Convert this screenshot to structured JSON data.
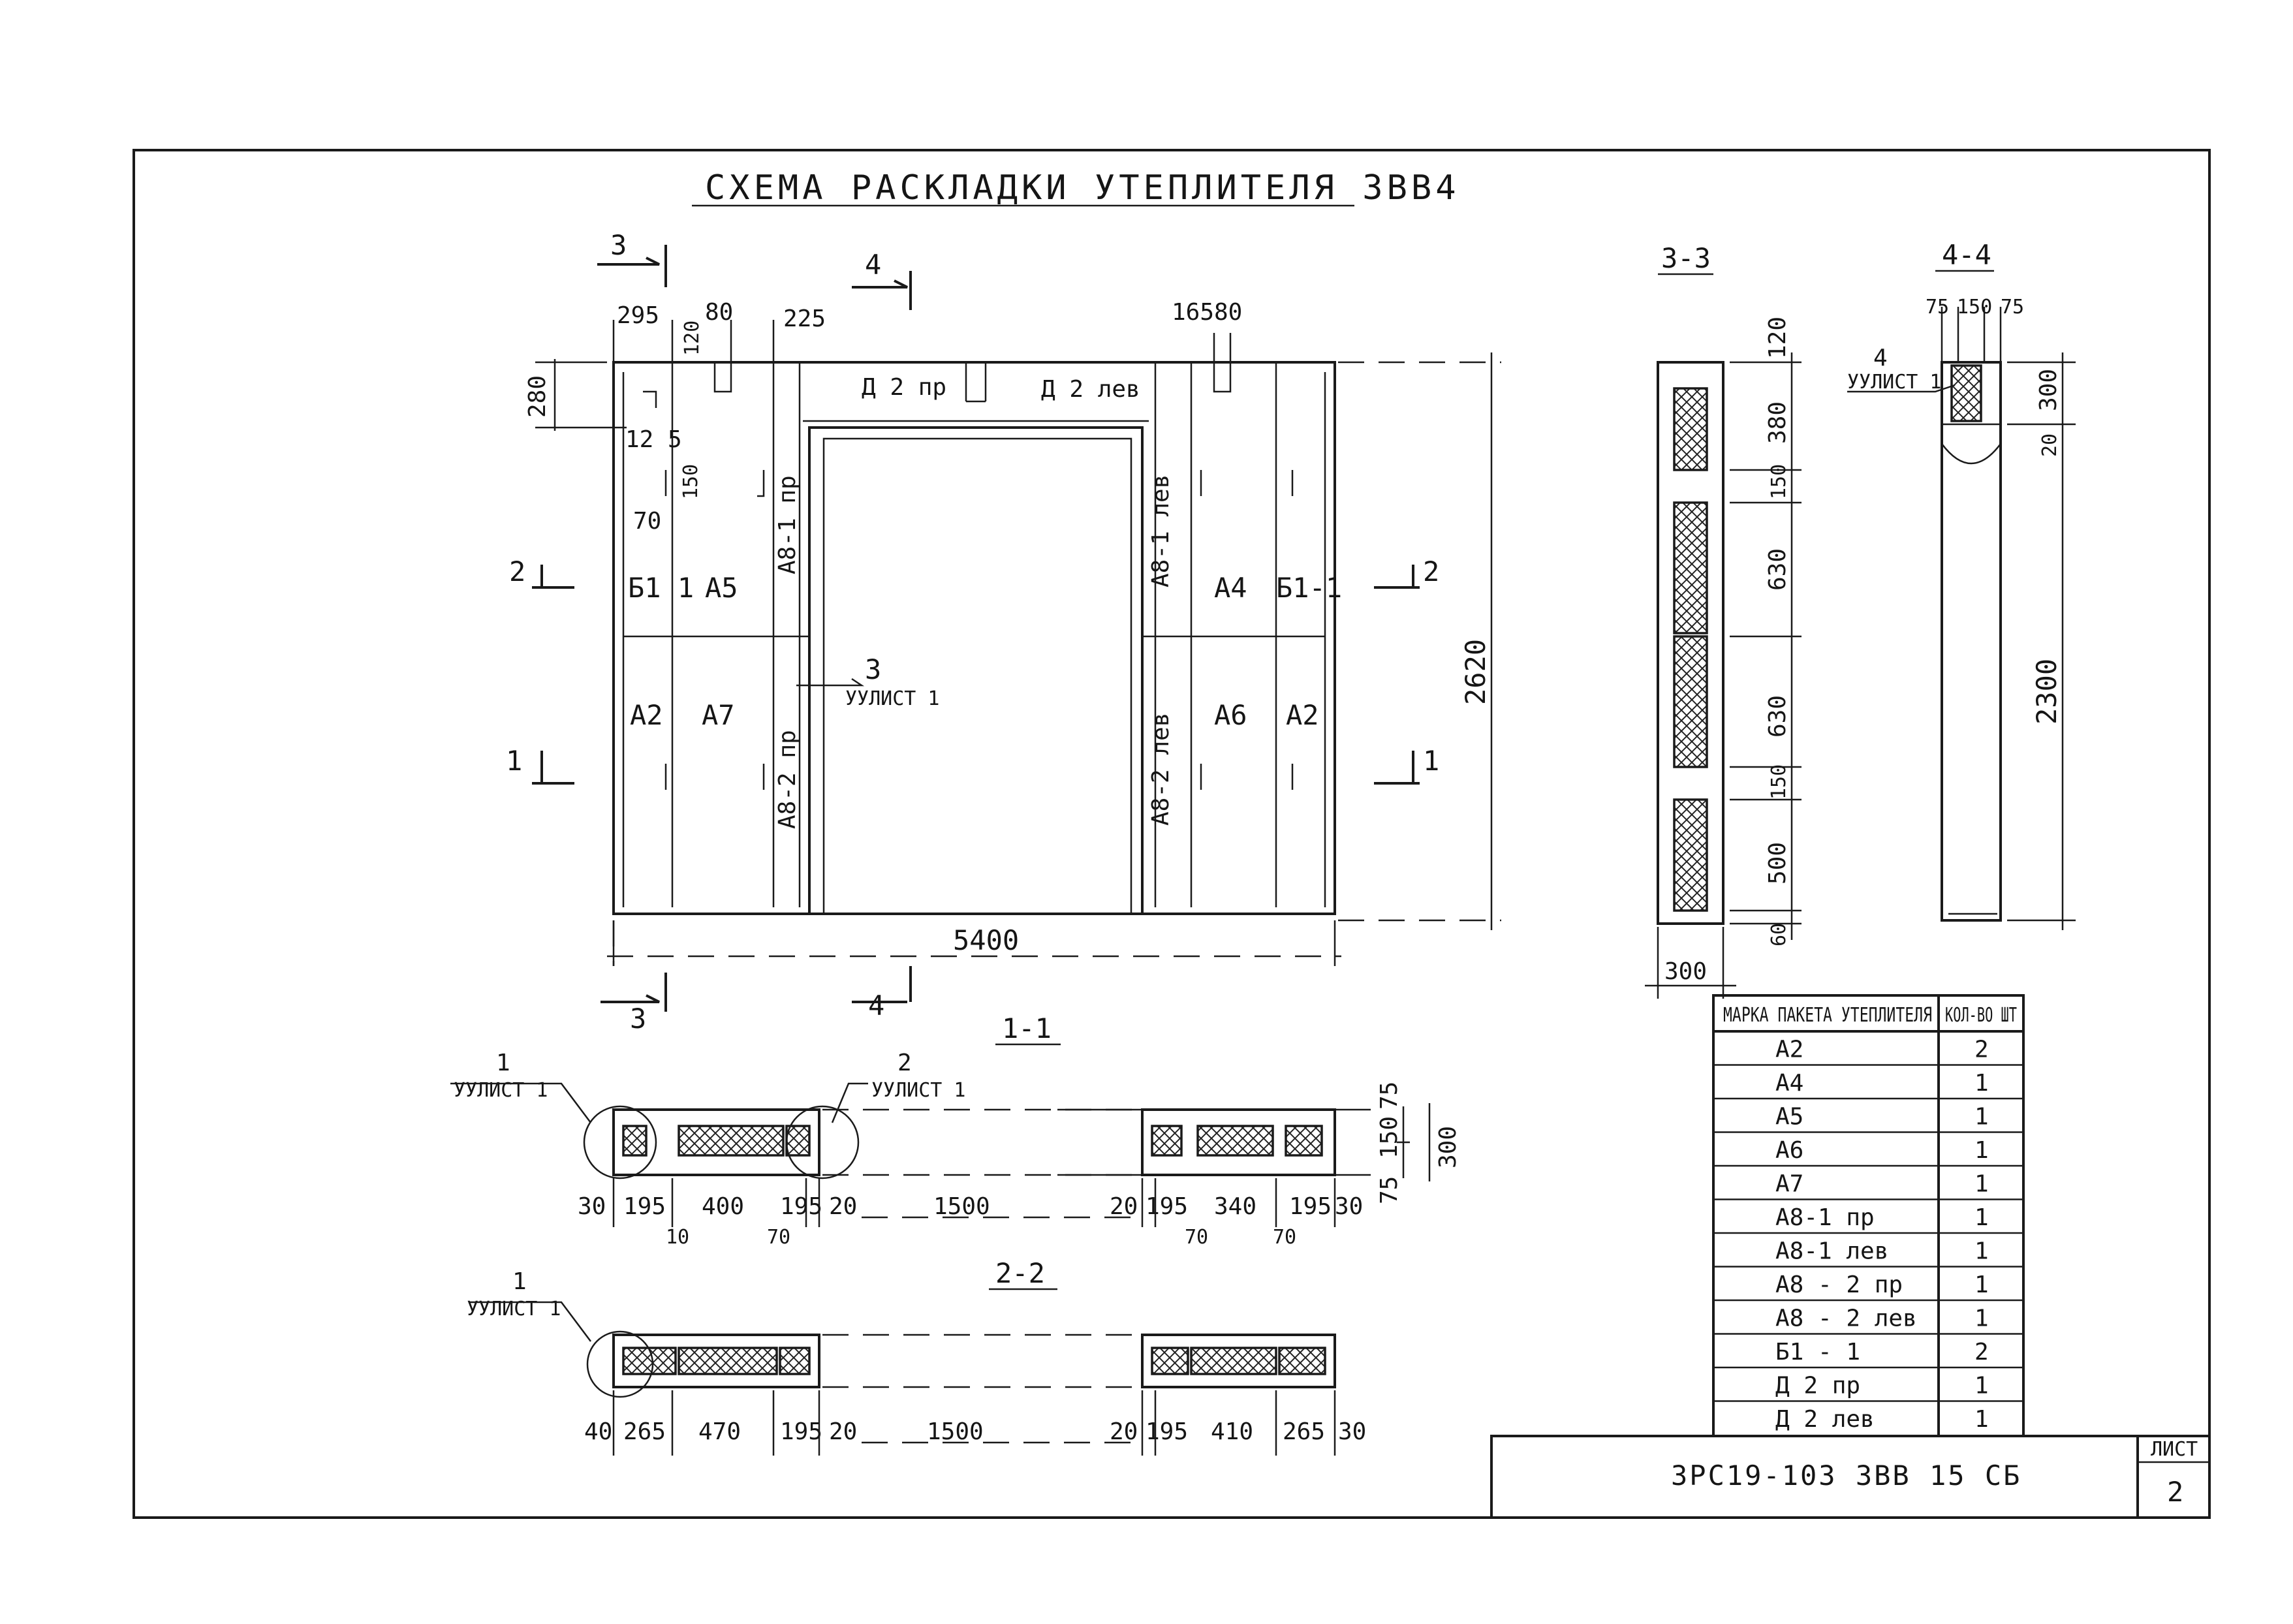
{
  "title": "СХЕМА РАСКЛАДКИ УТЕПЛИТЕЛЯ 3ВВ4",
  "section_labels": {
    "s11": "1-1",
    "s22": "2-2",
    "s33": "3-3",
    "s44": "4-4"
  },
  "cut_marks": {
    "c3": "3",
    "c4": "4",
    "c2": "2",
    "c1": "1"
  },
  "elevation": {
    "panels": {
      "b11_left": "Б1 1",
      "a5": "А5",
      "a2_left": "А2",
      "a7": "А7",
      "a4": "А4",
      "b11_right": "Б1-1",
      "a6": "А6",
      "a2_right": "А2",
      "d2pr": "Д 2 пр",
      "d2lev": "Д 2 лев",
      "a81pr": "А8-1 пр",
      "a82pr": "А8-2 пр",
      "a81lev": "А8-1 лев",
      "a82lev": "А8-2 лев"
    },
    "dims": {
      "d295": "295",
      "d80a": "80",
      "d225": "225",
      "d120": "120",
      "d165": "165",
      "d80b": "80",
      "d280": "280",
      "d125": "12 5",
      "d150": "150",
      "d70": "70",
      "d2620": "2620",
      "d5400": "5400"
    },
    "callout_num": "3",
    "callout_text": "УУЛИСТ 1"
  },
  "section11": {
    "callout1_num": "1",
    "callout1_text": "УУЛИСТ 1",
    "callout2_num": "2",
    "callout2_text": "УУЛИСТ 1",
    "dims": [
      "30",
      "195",
      "400",
      "195",
      "20",
      "1500",
      "20",
      "195",
      "340",
      "195",
      "30"
    ],
    "sub_dims": [
      "10",
      "70",
      "70",
      "70"
    ],
    "vert": {
      "v75a": "75",
      "v150": "150",
      "v75b": "75",
      "v300": "300"
    }
  },
  "section22": {
    "callout_num": "1",
    "callout_text": "УУЛИСТ 1",
    "dims": [
      "40",
      "265",
      "470",
      "195",
      "20",
      "1500",
      "20",
      "195",
      "410",
      "265",
      "30"
    ]
  },
  "section33": {
    "dims": [
      "120",
      "380",
      "150",
      "630",
      "630",
      "150",
      "500",
      "60"
    ],
    "width": "300"
  },
  "section44": {
    "top_dims": [
      "75",
      "150",
      "75"
    ],
    "vert": [
      "300",
      "20",
      "2300"
    ],
    "callout_num": "4",
    "callout_text": "УУЛИСТ 1"
  },
  "table": {
    "header1": "МАРКА ПАКЕТА УТЕПЛИТЕЛЯ",
    "header2": "КОЛ-ВО ШТ",
    "rows": [
      {
        "mark": "А2",
        "qty": "2"
      },
      {
        "mark": "А4",
        "qty": "1"
      },
      {
        "mark": "А5",
        "qty": "1"
      },
      {
        "mark": "А6",
        "qty": "1"
      },
      {
        "mark": "А7",
        "qty": "1"
      },
      {
        "mark": "А8-1 пр",
        "qty": "1"
      },
      {
        "mark": "А8-1 лев",
        "qty": "1"
      },
      {
        "mark": "А8 - 2 пр",
        "qty": "1"
      },
      {
        "mark": "А8 - 2 лев",
        "qty": "1"
      },
      {
        "mark": "Б1 - 1",
        "qty": "2"
      },
      {
        "mark": "Д 2 пр",
        "qty": "1"
      },
      {
        "mark": "Д 2 лев",
        "qty": "1"
      }
    ]
  },
  "stamp": {
    "code": "3РС19-103 3ВВ 15 СБ",
    "sheet_label": "ЛИСТ",
    "sheet_no": "2"
  }
}
